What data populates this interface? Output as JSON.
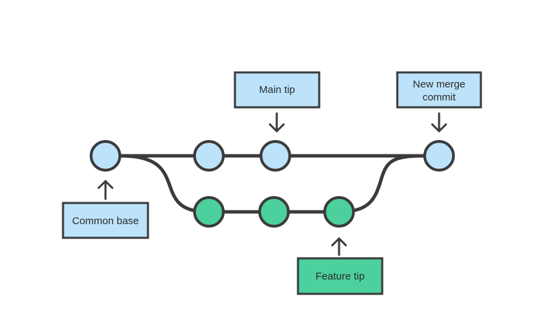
{
  "labels": {
    "main_tip": "Main tip",
    "new_merge_commit_line1": "New merge",
    "new_merge_commit_line2": "commit",
    "common_base": "Common base",
    "feature_tip": "Feature tip"
  },
  "colors": {
    "main_node_fill": "#bde3fb",
    "main_box_fill": "#bde3fb",
    "feature_node_fill": "#4cd09d",
    "feature_box_fill": "#4cd09d",
    "stroke": "#3b3b3b",
    "text": "#2a2a2a"
  },
  "commits": {
    "main": [
      "common-base",
      "main-commit-1",
      "main-tip",
      "merge-commit"
    ],
    "feature": [
      "feature-commit-1",
      "feature-commit-2",
      "feature-tip"
    ]
  }
}
